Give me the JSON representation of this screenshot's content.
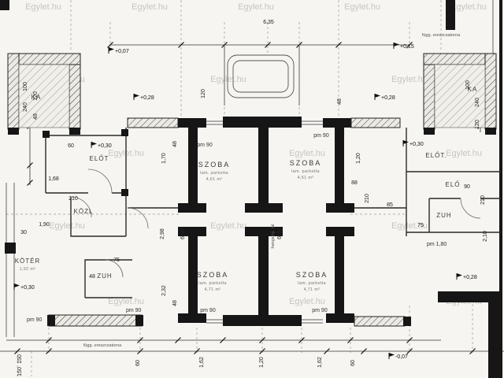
{
  "watermark": "Egylet.hu",
  "rooms": {
    "ka_left": {
      "name": "KA"
    },
    "elot_left": {
      "name": "ELŐT"
    },
    "kozl_left": {
      "name": "KÖZL"
    },
    "koter_left": {
      "name": "KÖTÉR",
      "area": "1,92 m²"
    },
    "zuh_left": {
      "name": "ZUH"
    },
    "szoba_tl": {
      "name": "SZOBA",
      "finish": "lam. parketta",
      "area": "4,61 m²"
    },
    "szoba_tr": {
      "name": "SZOBA",
      "finish": "lam. parketta",
      "area": "4,61 m²"
    },
    "szoba_bl": {
      "name": "SZOBA",
      "finish": "lam. parketta",
      "area": "4,71 m²"
    },
    "szoba_br": {
      "name": "SZOBA",
      "finish": "lam. parketta",
      "area": "4,71 m²"
    },
    "ka_right": {
      "name": "KA"
    },
    "elot_right": {
      "name": "ELŐT."
    },
    "elo_right": {
      "name": "ELŐ"
    },
    "zuh_right": {
      "name": "ZUH"
    }
  },
  "levels": {
    "top_left": "+0,07",
    "top_right": "+0,15",
    "left_mid": "+0,28",
    "right_mid": "+0,28",
    "elot_left": "+0,30",
    "elot_right": "+0,30",
    "terrace_left": "+0,30",
    "terrace_right": "+0,28",
    "bottom_right": "-0,07"
  },
  "windows": {
    "pm90": "pm 90",
    "pm180": "pm 1,80"
  },
  "notes": {
    "gutter_top": "függ. ereszcsatorna",
    "gutter_bottom": "függ. ereszcsatorna",
    "wall_note": "hangszig. fal"
  },
  "dims": [
    "6,35",
    "100",
    "240",
    "120",
    "48",
    "60",
    "1,68",
    "210",
    "1,90",
    "30",
    "75",
    "48",
    "1,70",
    "48",
    "120",
    "48",
    "2,98",
    "6,90",
    "6,90",
    "2,32",
    "1,20",
    "88",
    "210",
    "85",
    "90",
    "210",
    "75",
    "2,10",
    "240",
    "120",
    "150",
    "150",
    "60",
    "1,62",
    "1,20",
    "1,62",
    "60",
    "48",
    "100"
  ]
}
